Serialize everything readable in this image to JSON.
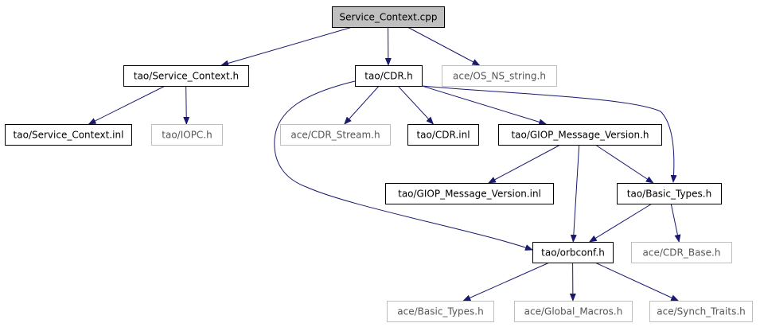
{
  "diagram": {
    "nodes": [
      {
        "id": "root",
        "label": "Service_Context.cpp",
        "style": "root"
      },
      {
        "id": "svc_h",
        "label": "tao/Service_Context.h",
        "style": "normal"
      },
      {
        "id": "cdr_h",
        "label": "tao/CDR.h",
        "style": "normal"
      },
      {
        "id": "os_ns",
        "label": "ace/OS_NS_string.h",
        "style": "external"
      },
      {
        "id": "svc_inl",
        "label": "tao/Service_Context.inl",
        "style": "normal"
      },
      {
        "id": "iopc",
        "label": "tao/IOPC.h",
        "style": "external"
      },
      {
        "id": "cdr_stream",
        "label": "ace/CDR_Stream.h",
        "style": "external"
      },
      {
        "id": "cdr_inl",
        "label": "tao/CDR.inl",
        "style": "normal"
      },
      {
        "id": "giop_h",
        "label": "tao/GIOP_Message_Version.h",
        "style": "normal"
      },
      {
        "id": "giop_inl",
        "label": "tao/GIOP_Message_Version.inl",
        "style": "normal"
      },
      {
        "id": "basic_tao",
        "label": "tao/Basic_Types.h",
        "style": "normal"
      },
      {
        "id": "orbconf",
        "label": "tao/orbconf.h",
        "style": "normal"
      },
      {
        "id": "cdr_base",
        "label": "ace/CDR_Base.h",
        "style": "external"
      },
      {
        "id": "basic_ace",
        "label": "ace/Basic_Types.h",
        "style": "external"
      },
      {
        "id": "global",
        "label": "ace/Global_Macros.h",
        "style": "external"
      },
      {
        "id": "synch",
        "label": "ace/Synch_Traits.h",
        "style": "external"
      }
    ],
    "edges": [
      {
        "from": "root",
        "to": "svc_h"
      },
      {
        "from": "root",
        "to": "cdr_h"
      },
      {
        "from": "root",
        "to": "os_ns"
      },
      {
        "from": "svc_h",
        "to": "svc_inl"
      },
      {
        "from": "svc_h",
        "to": "iopc"
      },
      {
        "from": "cdr_h",
        "to": "cdr_stream"
      },
      {
        "from": "cdr_h",
        "to": "cdr_inl"
      },
      {
        "from": "cdr_h",
        "to": "giop_h"
      },
      {
        "from": "cdr_h",
        "to": "basic_tao"
      },
      {
        "from": "cdr_h",
        "to": "orbconf"
      },
      {
        "from": "giop_h",
        "to": "giop_inl"
      },
      {
        "from": "giop_h",
        "to": "basic_tao"
      },
      {
        "from": "giop_h",
        "to": "orbconf"
      },
      {
        "from": "basic_tao",
        "to": "orbconf"
      },
      {
        "from": "basic_tao",
        "to": "cdr_base"
      },
      {
        "from": "orbconf",
        "to": "basic_ace"
      },
      {
        "from": "orbconf",
        "to": "global"
      },
      {
        "from": "orbconf",
        "to": "synch"
      }
    ]
  },
  "colors": {
    "edge": "#191970",
    "root_fill": "#bfbfbf",
    "normal_border": "#000000",
    "external_border": "#bfbfbf",
    "normal_text": "#000000",
    "external_text": "#555555"
  }
}
